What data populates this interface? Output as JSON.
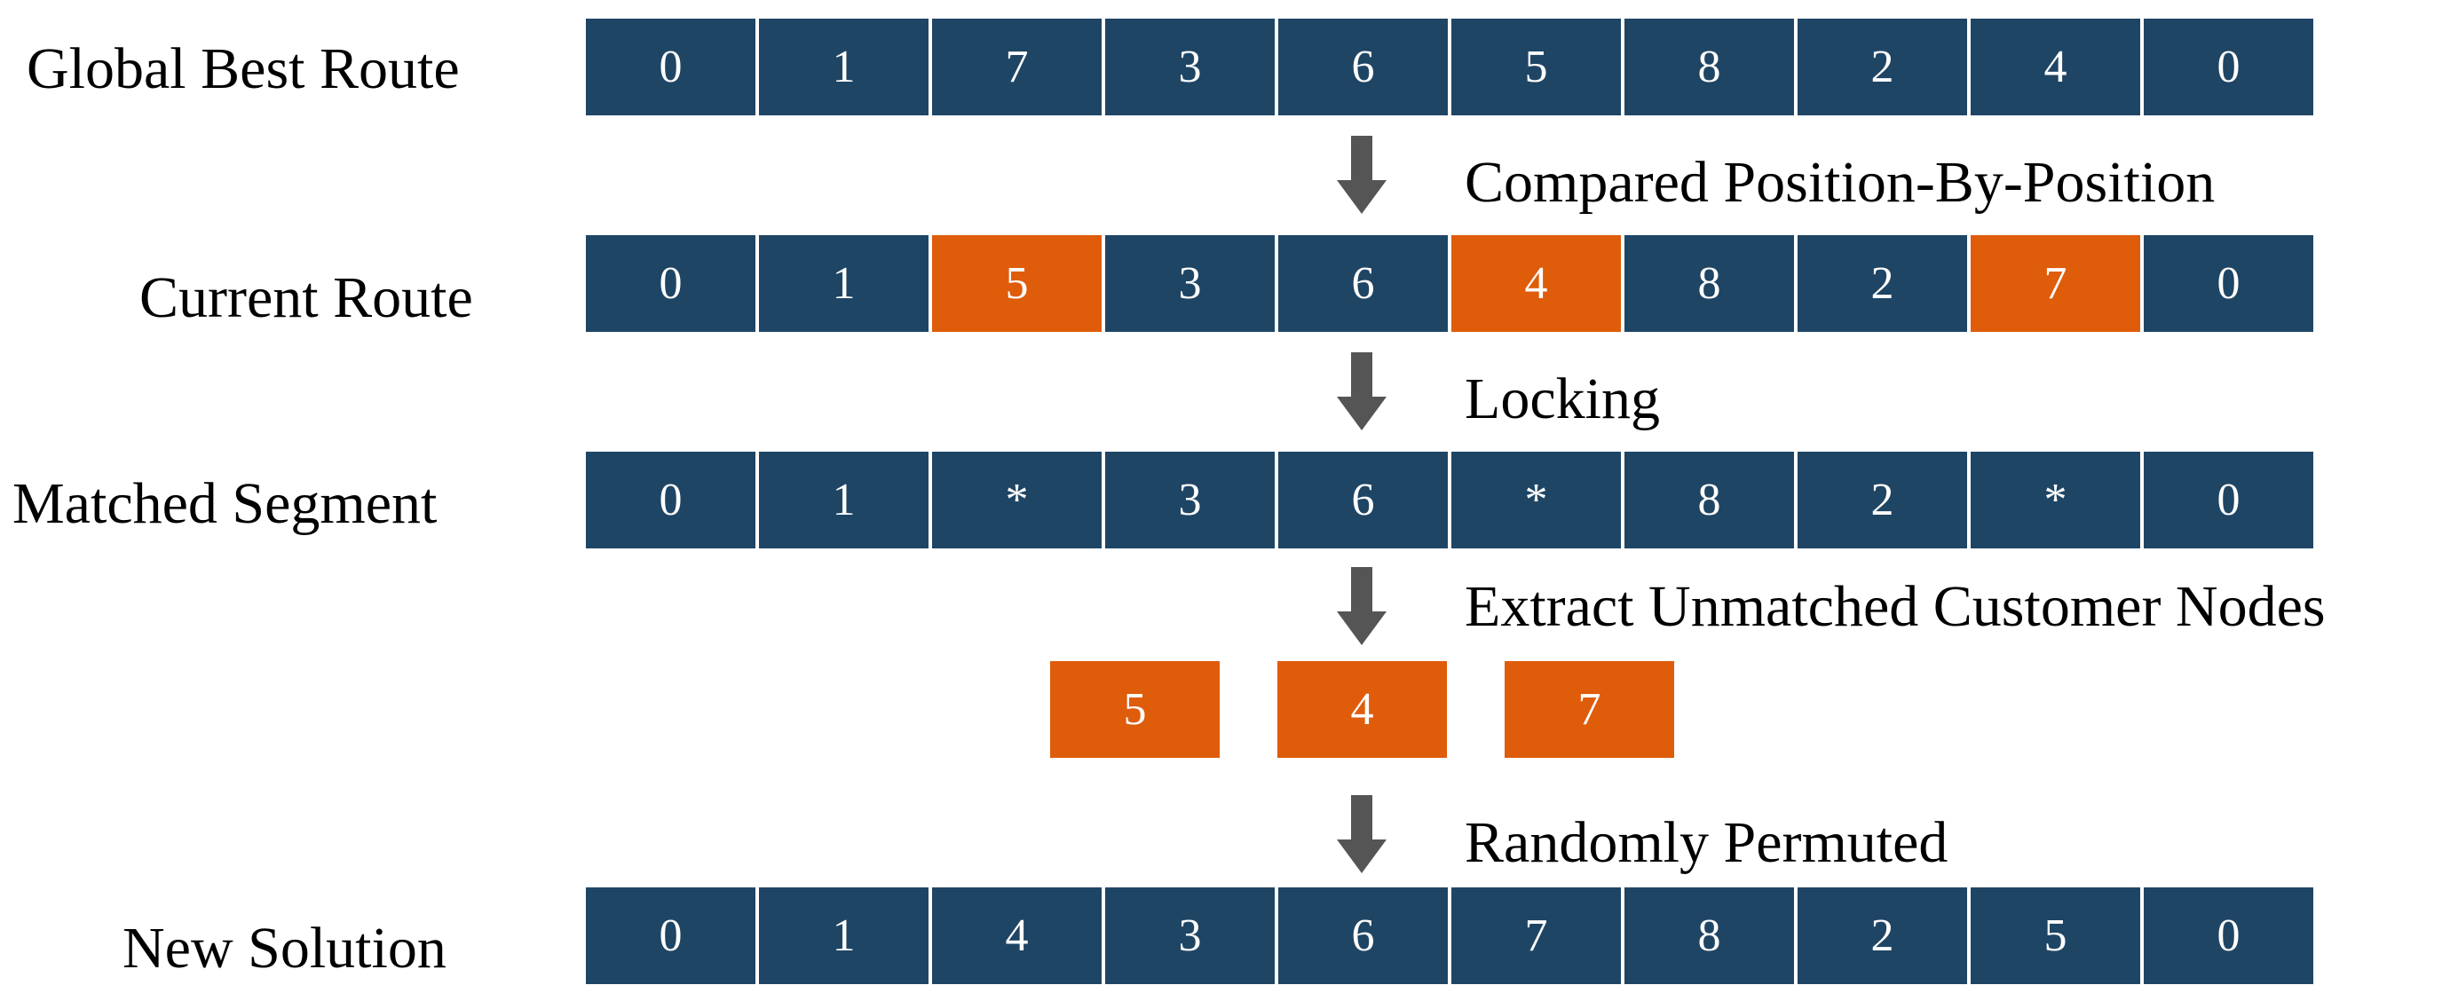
{
  "colors": {
    "navy": "#1f4565",
    "orange": "#df5c0b",
    "arrow": "#555555"
  },
  "rows": [
    {
      "label": "Global Best Route",
      "cells": [
        {
          "v": "0",
          "c": "navy"
        },
        {
          "v": "1",
          "c": "navy"
        },
        {
          "v": "7",
          "c": "navy"
        },
        {
          "v": "3",
          "c": "navy"
        },
        {
          "v": "6",
          "c": "navy"
        },
        {
          "v": "5",
          "c": "navy"
        },
        {
          "v": "8",
          "c": "navy"
        },
        {
          "v": "2",
          "c": "navy"
        },
        {
          "v": "4",
          "c": "navy"
        },
        {
          "v": "0",
          "c": "navy"
        }
      ]
    },
    {
      "label": "Current Route",
      "cells": [
        {
          "v": "0",
          "c": "navy"
        },
        {
          "v": "1",
          "c": "navy"
        },
        {
          "v": "5",
          "c": "orange"
        },
        {
          "v": "3",
          "c": "navy"
        },
        {
          "v": "6",
          "c": "navy"
        },
        {
          "v": "4",
          "c": "orange"
        },
        {
          "v": "8",
          "c": "navy"
        },
        {
          "v": "2",
          "c": "navy"
        },
        {
          "v": "7",
          "c": "orange"
        },
        {
          "v": "0",
          "c": "navy"
        }
      ]
    },
    {
      "label": "Matched Segment",
      "cells": [
        {
          "v": "0",
          "c": "navy"
        },
        {
          "v": "1",
          "c": "navy"
        },
        {
          "v": "*",
          "c": "navy"
        },
        {
          "v": "3",
          "c": "navy"
        },
        {
          "v": "6",
          "c": "navy"
        },
        {
          "v": "*",
          "c": "navy"
        },
        {
          "v": "8",
          "c": "navy"
        },
        {
          "v": "2",
          "c": "navy"
        },
        {
          "v": "*",
          "c": "navy"
        },
        {
          "v": "0",
          "c": "navy"
        }
      ]
    },
    {
      "label": "New Solution",
      "cells": [
        {
          "v": "0",
          "c": "navy"
        },
        {
          "v": "1",
          "c": "navy"
        },
        {
          "v": "4",
          "c": "navy"
        },
        {
          "v": "3",
          "c": "navy"
        },
        {
          "v": "6",
          "c": "navy"
        },
        {
          "v": "7",
          "c": "navy"
        },
        {
          "v": "8",
          "c": "navy"
        },
        {
          "v": "2",
          "c": "navy"
        },
        {
          "v": "5",
          "c": "navy"
        },
        {
          "v": "0",
          "c": "navy"
        }
      ]
    }
  ],
  "steps": [
    "Compared Position-By-Position",
    "Locking",
    "Extract Unmatched Customer Nodes",
    "Randomly Permuted"
  ],
  "extracted": [
    "5",
    "4",
    "7"
  ]
}
